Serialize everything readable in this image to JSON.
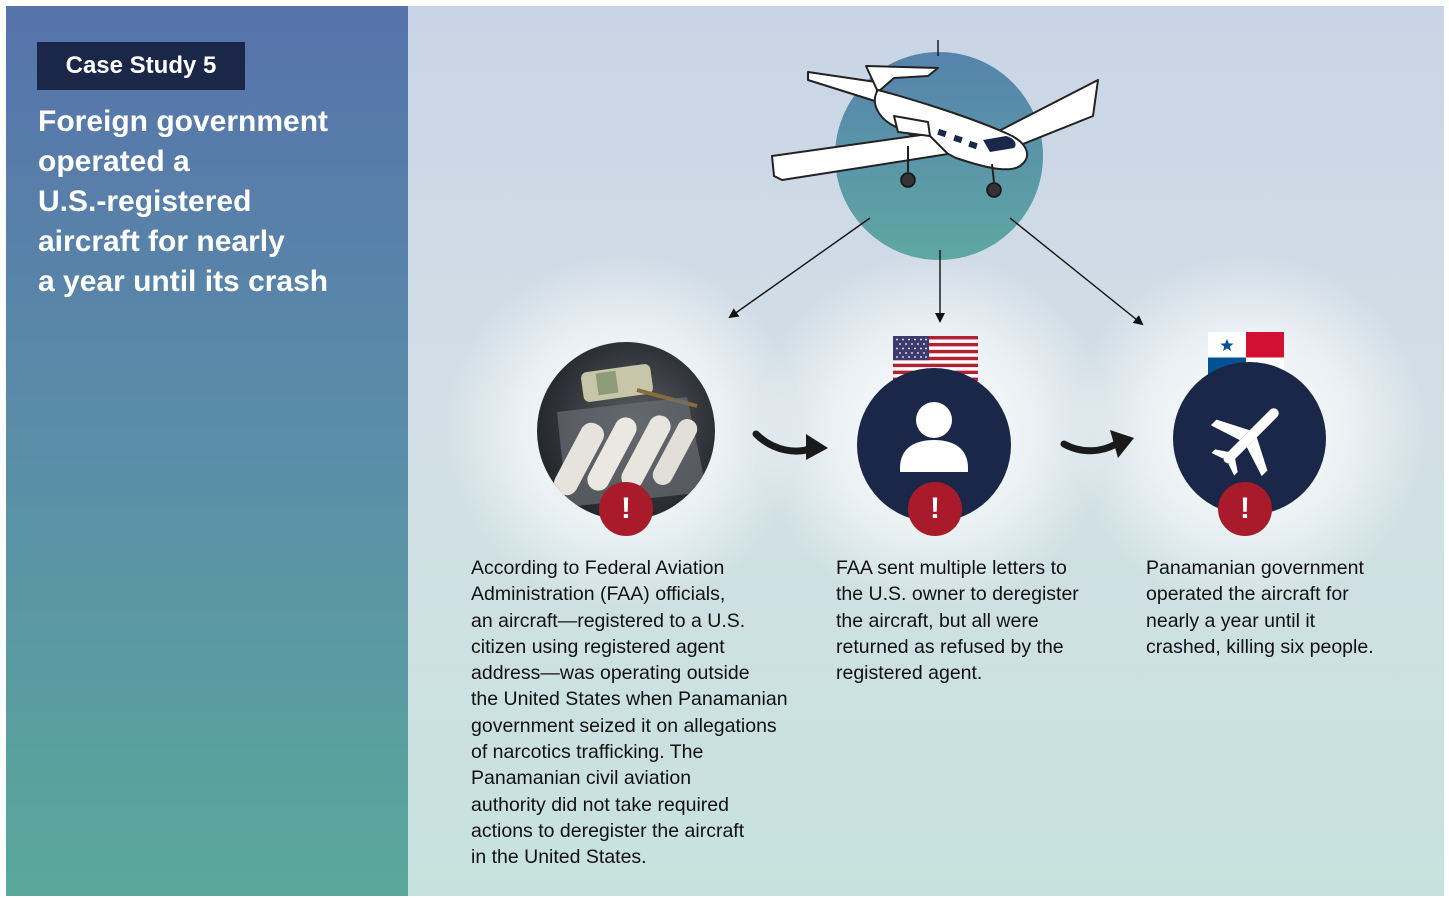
{
  "case_badge": "Case Study 5",
  "title_lines": [
    "Foreign government",
    "operated a",
    "U.S.-registered",
    "aircraft for nearly",
    "a year until its crash"
  ],
  "colors": {
    "badge_bg": "#1b2749",
    "dark_circle": "#1b2749",
    "alert_red": "#a91b2a",
    "left_panel_top": "#5673aa",
    "left_panel_bottom": "#5aa89b",
    "plane_circle_top": "#5683ad",
    "plane_circle_bottom": "#5fa7a3"
  },
  "icons": {
    "top": "jet-airplane",
    "step1": "narcotics-photo",
    "step2": "person-icon",
    "step3": "airplane-icon",
    "alert": "exclamation-mark",
    "flag2": "united-states-flag",
    "flag3": "panama-flag"
  },
  "alert_symbol": "!",
  "steps": [
    {
      "lines": [
        "According to Federal Aviation",
        "Administration (FAA) officials,",
        "an aircraft—registered to a U.S.",
        "citizen using registered agent",
        "address—was operating outside",
        "the United States when Panamanian",
        "government seized it on allegations",
        "of narcotics trafficking. The",
        "Panamanian civil aviation",
        "authority did not take required",
        "actions to deregister the aircraft",
        "in the United States."
      ]
    },
    {
      "lines": [
        "FAA sent multiple letters to",
        "the U.S. owner to deregister",
        "the aircraft, but all were",
        "returned as refused by the",
        "registered agent."
      ]
    },
    {
      "lines": [
        "Panamanian government",
        "operated the aircraft for",
        "nearly a year until it",
        "crashed, killing six people."
      ]
    }
  ]
}
